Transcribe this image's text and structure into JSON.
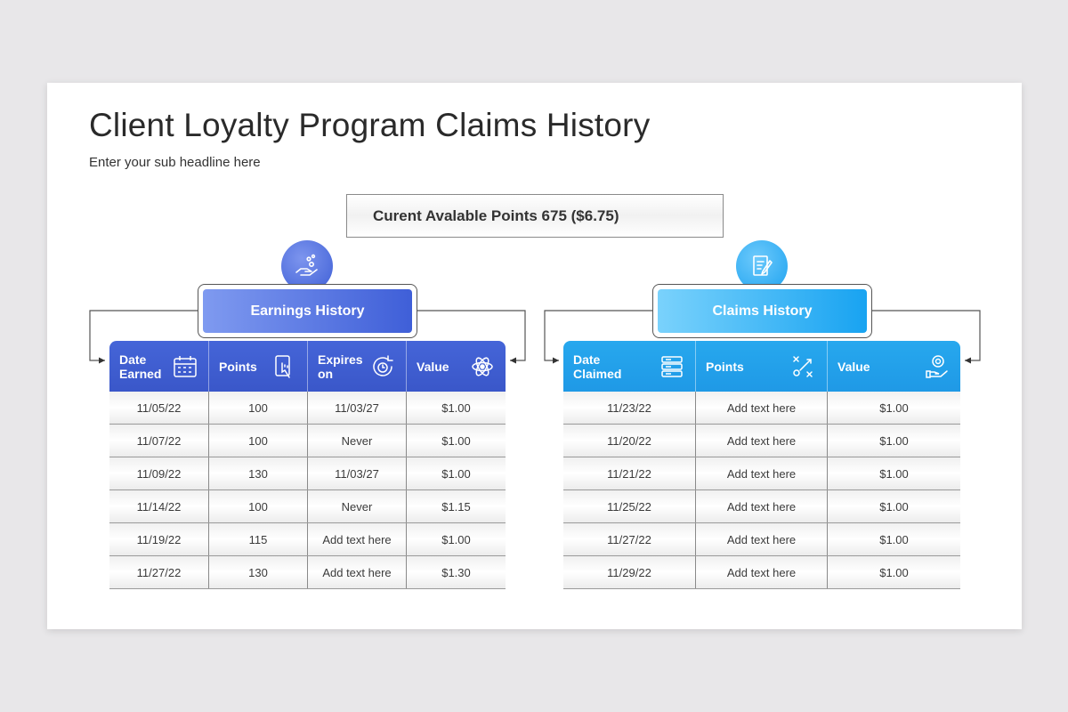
{
  "title": "Client Loyalty Program Claims History",
  "subtitle": "Enter your sub headline here",
  "points_banner": "Curent Avalable Points 675 ($6.75)",
  "colors": {
    "earnings_accent": "#3f5fd8",
    "claims_accent": "#18a3f1"
  },
  "earnings": {
    "label": "Earnings History",
    "icon": "hand-coins-icon",
    "headers": [
      {
        "label": "Date Earned",
        "icon": "calendar-icon"
      },
      {
        "label": "Points",
        "icon": "touch-phone-icon"
      },
      {
        "label": "Expires on",
        "icon": "clock-refresh-icon"
      },
      {
        "label": "Value",
        "icon": "atom-icon"
      }
    ],
    "rows": [
      [
        "11/05/22",
        "100",
        "11/03/27",
        "$1.00"
      ],
      [
        "11/07/22",
        "100",
        "Never",
        "$1.00"
      ],
      [
        "11/09/22",
        "130",
        "11/03/27",
        "$1.00"
      ],
      [
        "11/14/22",
        "100",
        "Never",
        "$1.15"
      ],
      [
        "11/19/22",
        "115",
        "Add text here",
        "$1.00"
      ],
      [
        "11/27/22",
        "130",
        "Add text here",
        "$1.30"
      ]
    ]
  },
  "claims": {
    "label": "Claims History",
    "icon": "document-pen-icon",
    "headers": [
      {
        "label": "Date Claimed",
        "icon": "server-stack-icon"
      },
      {
        "label": "Points",
        "icon": "strategy-play-icon"
      },
      {
        "label": "Value",
        "icon": "hand-coin-icon"
      }
    ],
    "rows": [
      [
        "11/23/22",
        "Add text here",
        "$1.00"
      ],
      [
        "11/20/22",
        "Add text here",
        "$1.00"
      ],
      [
        "11/21/22",
        "Add text here",
        "$1.00"
      ],
      [
        "11/25/22",
        "Add text here",
        "$1.00"
      ],
      [
        "11/27/22",
        "Add text here",
        "$1.00"
      ],
      [
        "11/29/22",
        "Add text here",
        "$1.00"
      ]
    ]
  }
}
